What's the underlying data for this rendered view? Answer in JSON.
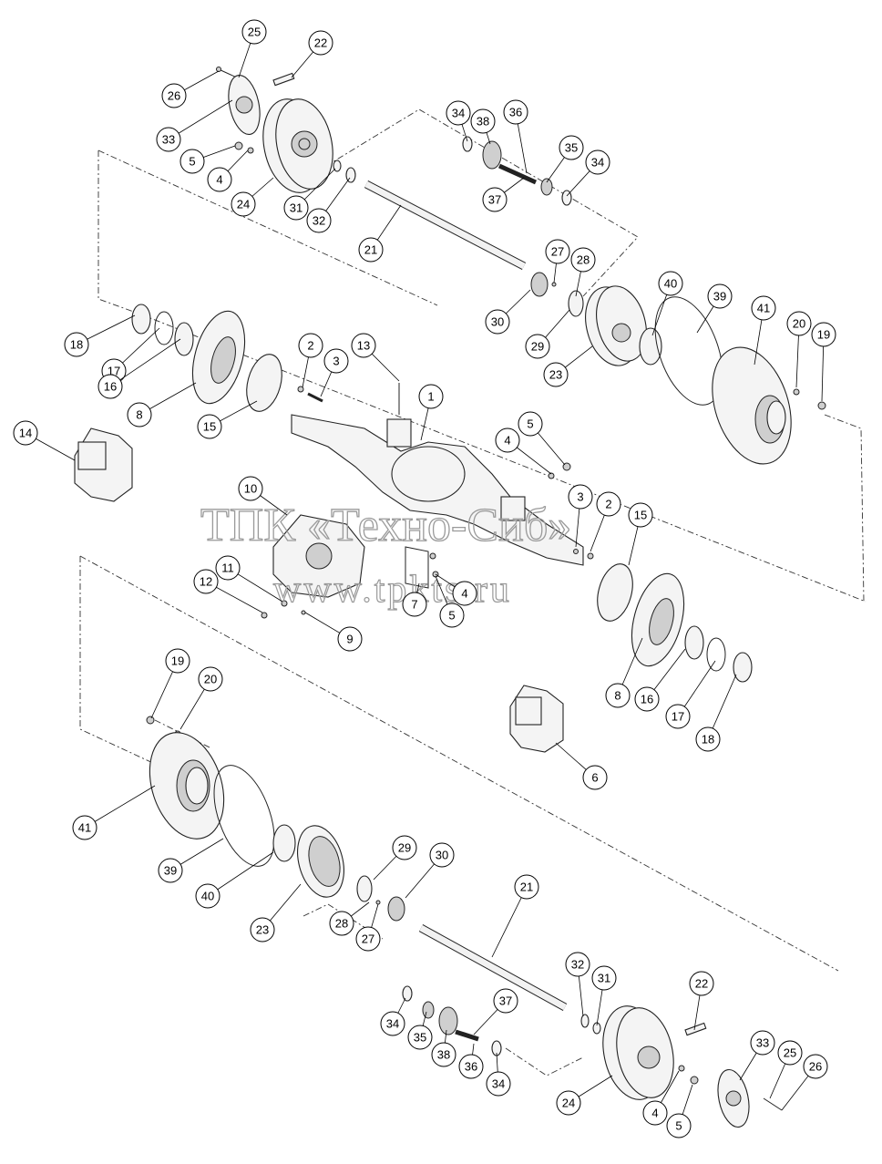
{
  "watermark": {
    "company": "ТПК «Техно-Сиб»",
    "url": "www.tpkts.ru"
  },
  "callouts": [
    {
      "n": "25"
    },
    {
      "n": "22"
    },
    {
      "n": "26"
    },
    {
      "n": "33"
    },
    {
      "n": "5"
    },
    {
      "n": "4"
    },
    {
      "n": "24"
    },
    {
      "n": "31"
    },
    {
      "n": "32"
    },
    {
      "n": "34"
    },
    {
      "n": "38"
    },
    {
      "n": "36"
    },
    {
      "n": "35"
    },
    {
      "n": "34"
    },
    {
      "n": "37"
    },
    {
      "n": "21"
    },
    {
      "n": "27"
    },
    {
      "n": "28"
    },
    {
      "n": "30"
    },
    {
      "n": "29"
    },
    {
      "n": "23"
    },
    {
      "n": "40"
    },
    {
      "n": "39"
    },
    {
      "n": "41"
    },
    {
      "n": "20"
    },
    {
      "n": "19"
    },
    {
      "n": "18"
    },
    {
      "n": "17"
    },
    {
      "n": "16"
    },
    {
      "n": "8"
    },
    {
      "n": "15"
    },
    {
      "n": "2"
    },
    {
      "n": "3"
    },
    {
      "n": "13"
    },
    {
      "n": "1"
    },
    {
      "n": "14"
    },
    {
      "n": "5"
    },
    {
      "n": "4"
    },
    {
      "n": "10"
    },
    {
      "n": "3"
    },
    {
      "n": "2"
    },
    {
      "n": "15"
    },
    {
      "n": "11"
    },
    {
      "n": "12"
    },
    {
      "n": "7"
    },
    {
      "n": "4"
    },
    {
      "n": "5"
    },
    {
      "n": "9"
    },
    {
      "n": "8"
    },
    {
      "n": "16"
    },
    {
      "n": "17"
    },
    {
      "n": "18"
    },
    {
      "n": "6"
    },
    {
      "n": "19"
    },
    {
      "n": "20"
    },
    {
      "n": "41"
    },
    {
      "n": "39"
    },
    {
      "n": "40"
    },
    {
      "n": "23"
    },
    {
      "n": "29"
    },
    {
      "n": "30"
    },
    {
      "n": "28"
    },
    {
      "n": "27"
    },
    {
      "n": "21"
    },
    {
      "n": "32"
    },
    {
      "n": "31"
    },
    {
      "n": "22"
    },
    {
      "n": "34"
    },
    {
      "n": "35"
    },
    {
      "n": "38"
    },
    {
      "n": "37"
    },
    {
      "n": "36"
    },
    {
      "n": "34"
    },
    {
      "n": "24"
    },
    {
      "n": "4"
    },
    {
      "n": "5"
    },
    {
      "n": "33"
    },
    {
      "n": "25"
    },
    {
      "n": "26"
    }
  ]
}
